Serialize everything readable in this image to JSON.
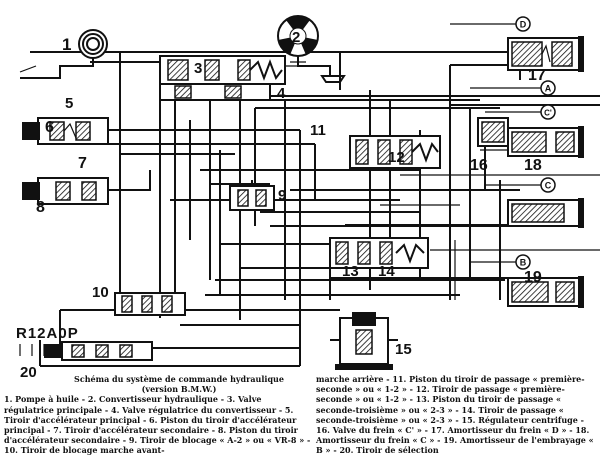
{
  "diagram": {
    "labels": {
      "n1": "1",
      "n2": "2",
      "n3": "3",
      "n4": "4",
      "n5": "5",
      "n6": "6",
      "n7": "7",
      "n8": "8",
      "n9": "9",
      "n10": "10",
      "n11": "11",
      "n12": "12",
      "n13": "13",
      "n14": "14",
      "n15": "15",
      "n16": "16",
      "n17": "17",
      "n18": "18",
      "n19": "19",
      "n20": "20"
    },
    "circle_tags": {
      "D": "D",
      "A": "A",
      "C1": "C'",
      "C": "C",
      "B": "B"
    },
    "selector_code": "R12A0P"
  },
  "caption": {
    "title": "Schéma du système de commande hydraulique",
    "subtitle": "(version B.M.W.)",
    "left": "1. Pompe à huile - 2. Convertisseur hydraulique - 3. Valve régulatrice principale - 4. Valve régulatrice du convertisseur - 5. Tiroir d'accélérateur principal - 6. Piston du tiroir d'accélérateur principal - 7. Tiroir d'accélérateur secondaire - 8. Piston du tiroir d'accélérateur secondaire - 9. Tiroir de blocage « A-2 » ou « VR-8 » - 10. Tiroir de blocage marche avant-",
    "right": "marche arrière - 11. Piston du tiroir de passage « première-seconde » ou « 1-2 » - 12. Tiroir de passage « première-seconde » ou « 1-2 » - 13. Piston du tiroir de passage « seconde-troisième » ou « 2-3 » - 14. Tiroir de passage « seconde-troisième » ou « 2-3 » - 15. Régulateur centrifuge - 16. Valve du frein « C' » - 17. Amortisseur du frein « D » - 18. Amortisseur du frein « C » - 19. Amortisseur de l'embrayage « B » - 20. Tiroir de sélection"
  }
}
